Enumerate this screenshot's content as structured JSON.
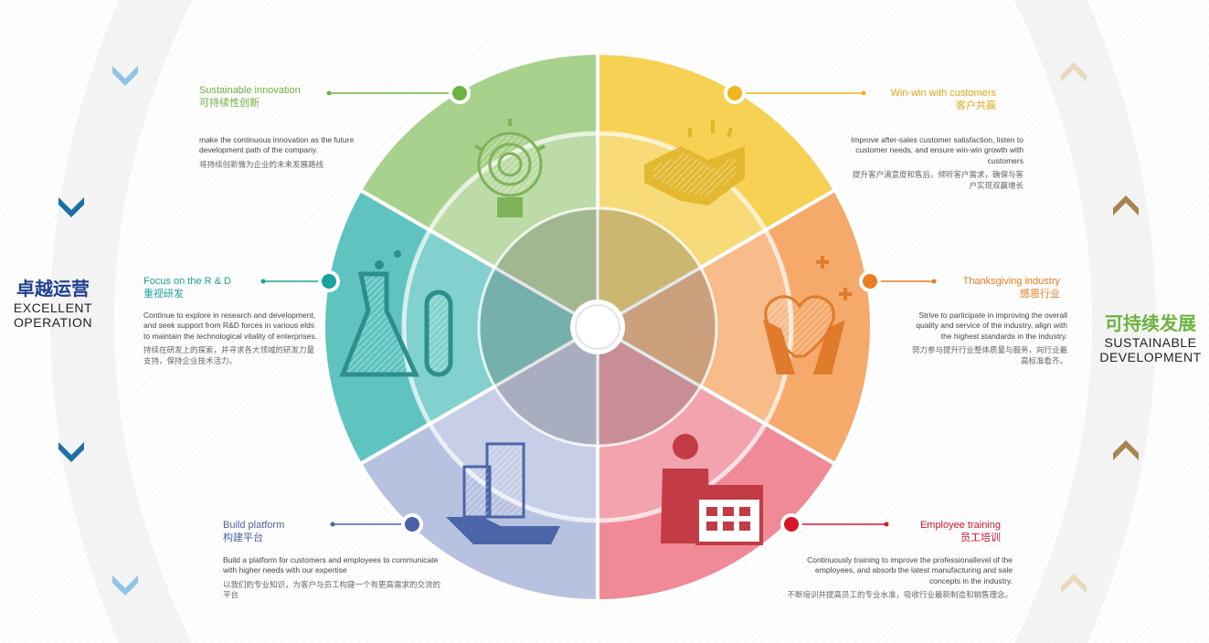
{
  "left_pillar": {
    "cn": "卓越运营",
    "en_line1": "EXCELLENT",
    "en_line2": "OPERATION"
  },
  "right_pillar": {
    "cn": "可持续发展",
    "en_line1": "SUSTAINABLE",
    "en_line2": "DEVELOPMENT"
  },
  "segments": [
    {
      "title_en": "Sustainable innovation",
      "title_cn": "可持续性创新",
      "desc_en": "make the continuous innovation as the future development path of the company.",
      "desc_cn": "将持续创新做为企业的未来发展路线",
      "color": "#a9d18e",
      "dot": "#6cb33f"
    },
    {
      "title_en": "Win-win with customers",
      "title_cn": "客户共赢",
      "desc_en": "Improve after-sales customer satisfaction, listen to customer needs, and ensure win-win growth with customers",
      "desc_cn": "提升客户满意度和售后，倾听客户需求，确保与客户实现双赢增长",
      "color": "#f7d154",
      "dot": "#f0b61d"
    },
    {
      "title_en": "Focus on the R & D",
      "title_cn": "重视研发",
      "desc_en": "Continue to explore in research and development, and seek support from R&D forces in various elds to maintain the technological vitality of enterprises.",
      "desc_cn": "持续在研发上的探索，并寻求各大领域的研发力量支持，保持企业技术活力。",
      "color": "#5fc4c0",
      "dot": "#1aa39c"
    },
    {
      "title_en": "Thanksgiving industry",
      "title_cn": "感恩行业",
      "desc_en": "Strive to participate in improving the overall quality and service of the industry, align with the highest standards in the industry.",
      "desc_cn": "努力参与提升行业整体质量与服务，向行业最高标准看齐。",
      "color": "#f5a96a",
      "dot": "#ec7c22"
    },
    {
      "title_en": "Build platform",
      "title_cn": "构建平台",
      "desc_en": "Build a platform for customers and employees to communicate with higher needs with our expertise",
      "desc_cn": "以我们的专业知识，为客户与员工构建一个有更高需求的交流的平台",
      "color": "#b7c2e0",
      "dot": "#4a63a8"
    },
    {
      "title_en": "Employee training",
      "title_cn": "员工培训",
      "desc_en": "Continuously training to improve the professionallevel of the employees, and absorb the latest manufacturing and sale concepts in the industry.",
      "desc_cn": "不断培训并提高员工的专业水准，吸收行业最新制造和销售理念。",
      "color": "#f08a96",
      "dot": "#d6162b"
    }
  ],
  "colors": {
    "left_accent": "#1f3f8f",
    "right_accent": "#6cb33f"
  },
  "icons": [
    "lightbulb-icon",
    "handshake-icon",
    "lab-flask-icon",
    "heart-in-hands-icon",
    "buildings-in-hand-icon",
    "businessman-calendar-icon"
  ]
}
